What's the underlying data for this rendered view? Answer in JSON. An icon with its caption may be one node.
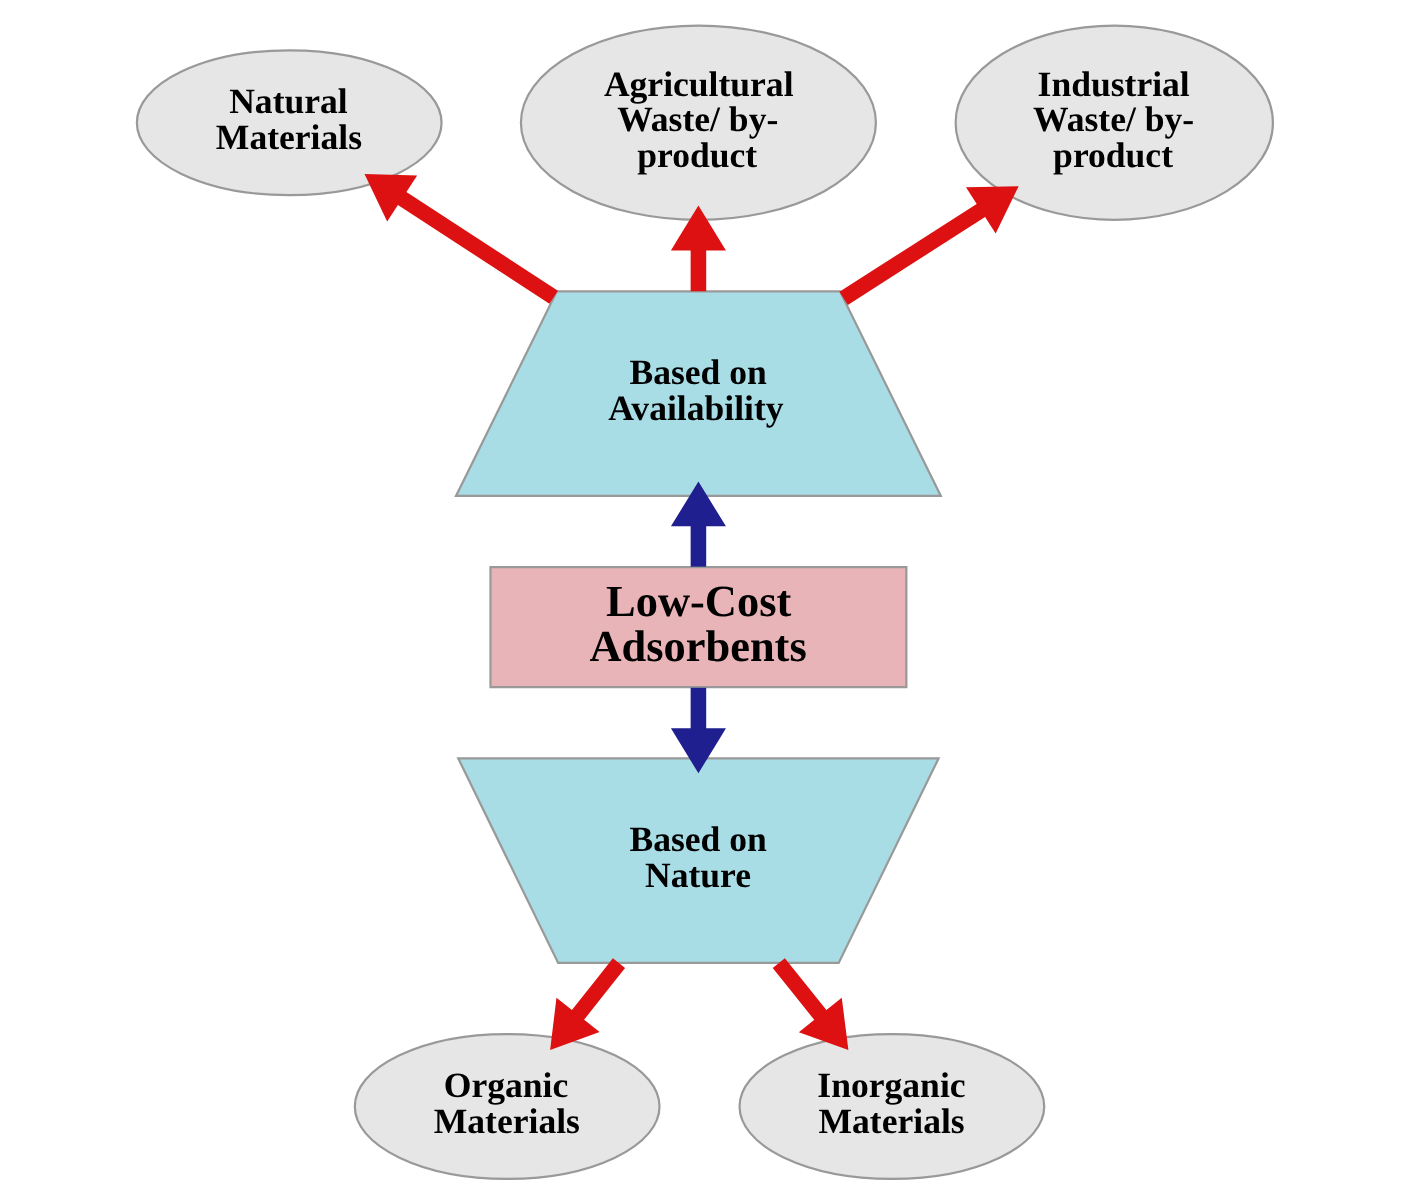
{
  "diagram": {
    "nodes": [
      {
        "text": [
          "Low-Cost Adsorbents"
        ]
      },
      {
        "text": [
          "Based on Availability"
        ]
      },
      {
        "text": [
          "Based on Nature"
        ]
      },
      {
        "text": [
          "Natural Materials"
        ]
      },
      {
        "text": [
          "Agricultural Waste/ by-product"
        ]
      },
      {
        "text": [
          "Industrial Waste/ by-product"
        ]
      },
      {
        "text": [
          "Organic Materials"
        ]
      },
      {
        "text": [
          "Inorganic Materials"
        ]
      }
    ],
    "edges": [
      {
        "from": 0,
        "to": 1,
        "arrow": "to",
        "color": "#1f1f8f"
      },
      {
        "from": 0,
        "to": 2,
        "arrow": "to",
        "color": "#1f1f8f"
      },
      {
        "from": 1,
        "to": 3,
        "arrow": "to"
      },
      {
        "from": 1,
        "to": 4,
        "arrow": "to"
      },
      {
        "from": 1,
        "to": 5,
        "arrow": "to"
      },
      {
        "from": 2,
        "to": 6,
        "arrow": "to"
      },
      {
        "from": 2,
        "to": 7,
        "arrow": "to"
      }
    ]
  }
}
